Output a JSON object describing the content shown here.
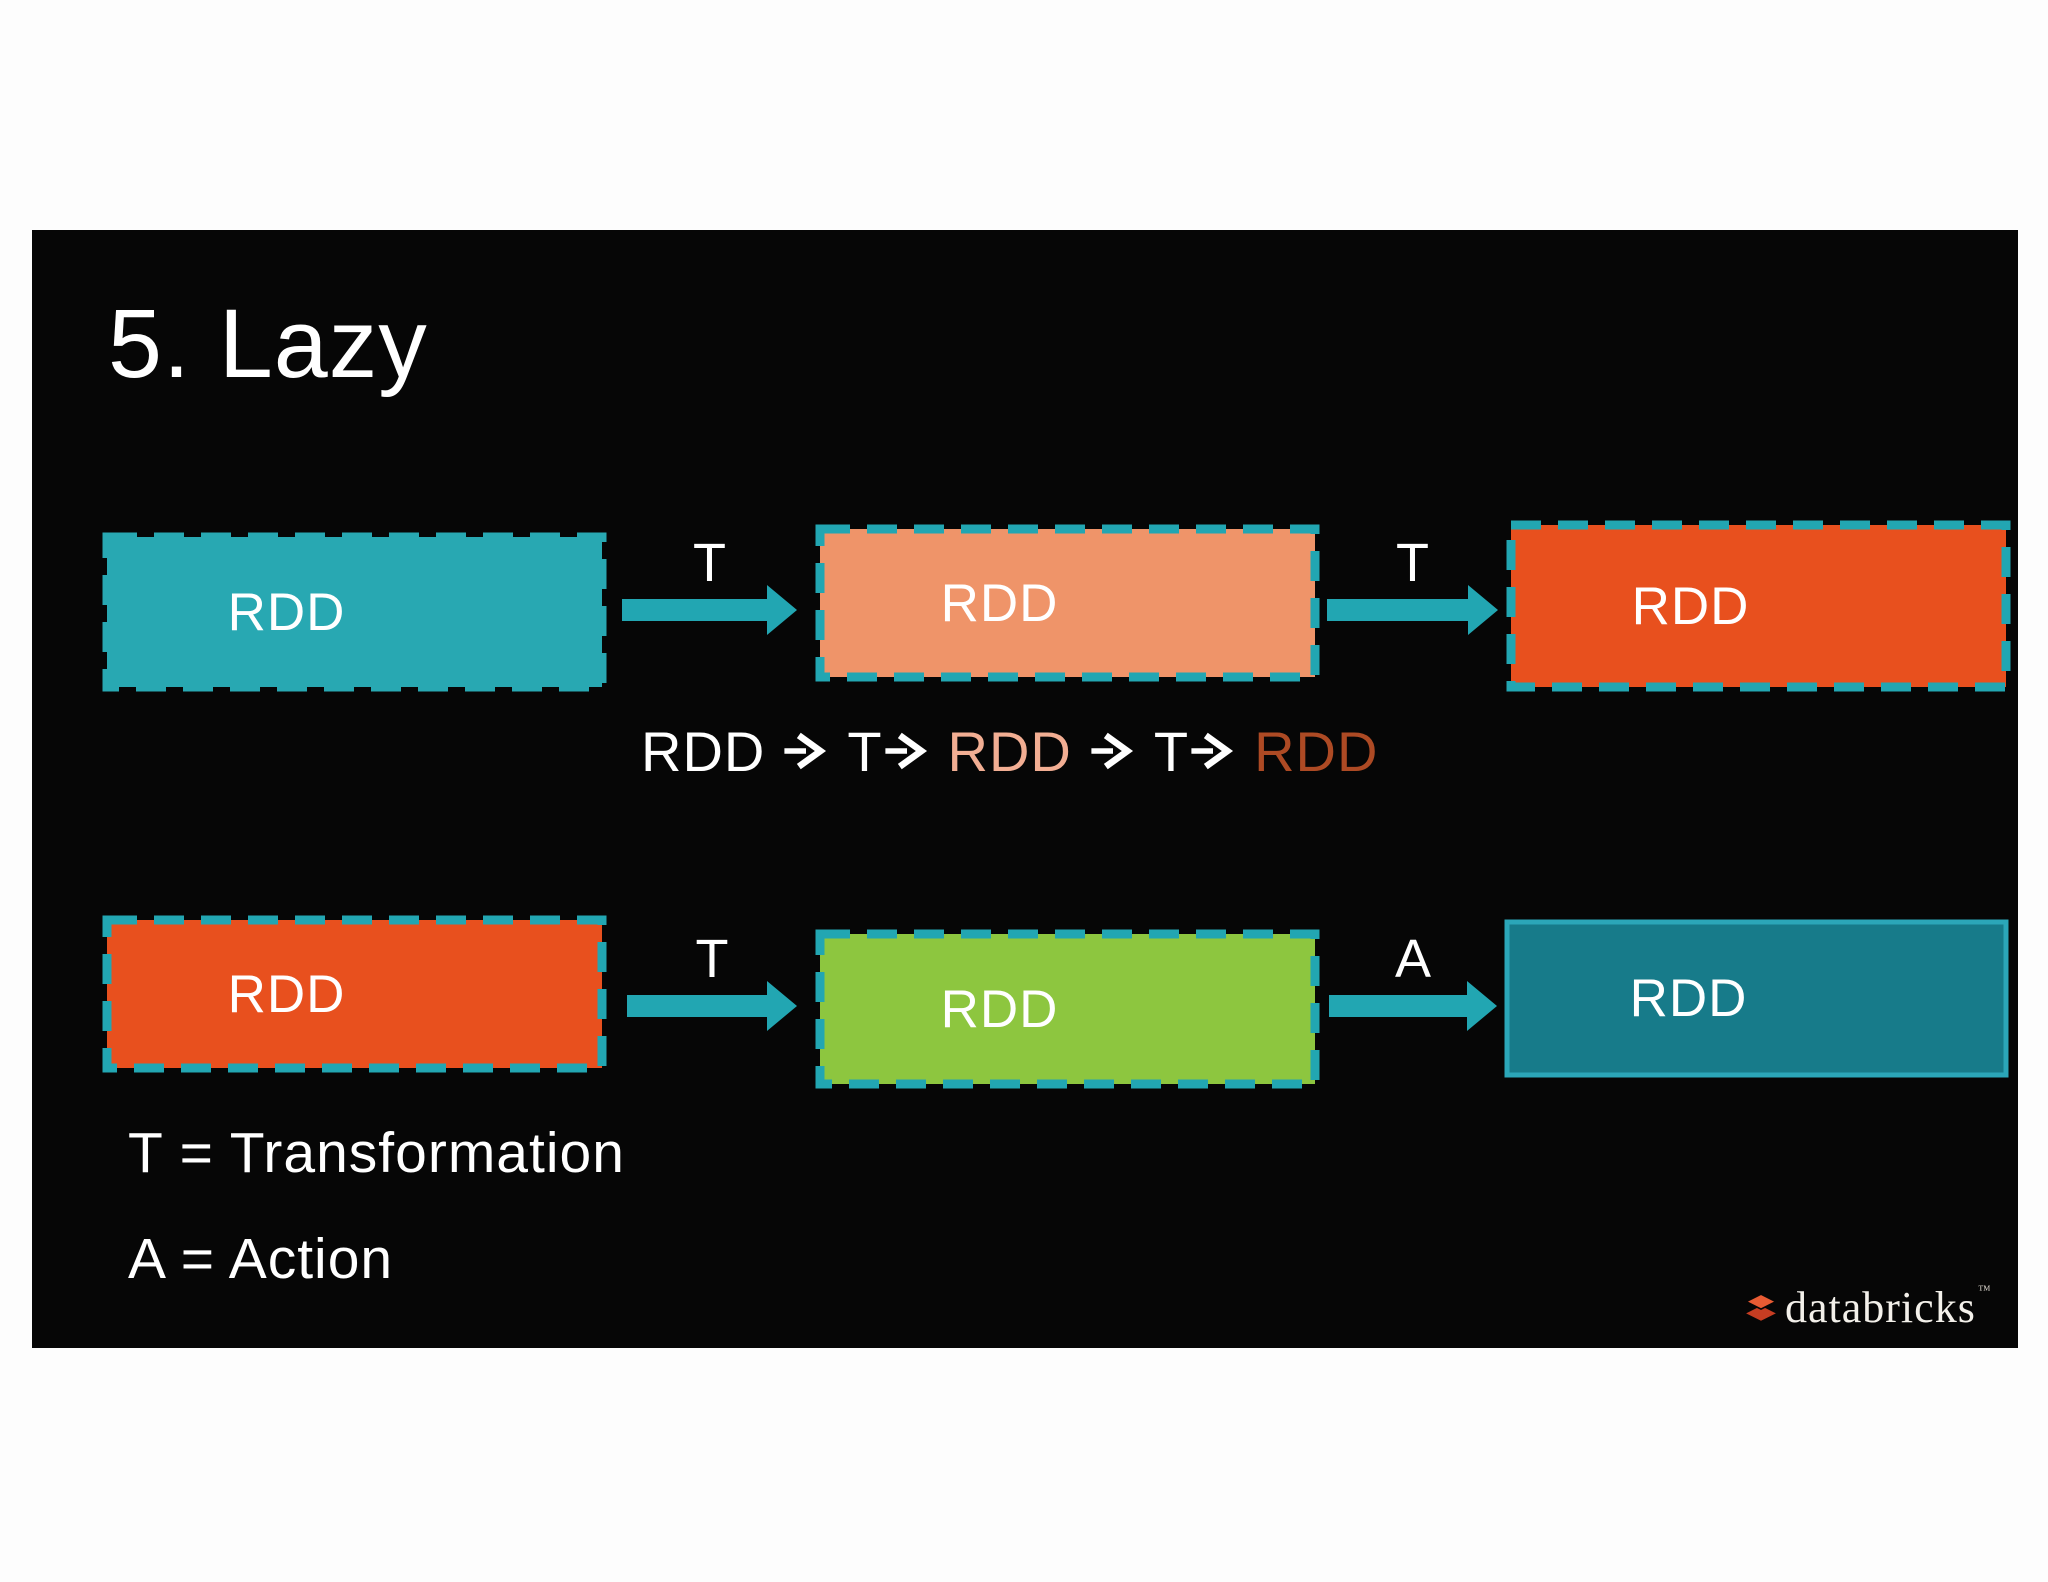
{
  "slide": {
    "title": "5. Lazy",
    "diagram": {
      "row1": {
        "box1": {
          "label": "RDD"
        },
        "arrow1": {
          "label": "T"
        },
        "box2": {
          "label": "RDD"
        },
        "arrow2": {
          "label": "T"
        },
        "box3": {
          "label": "RDD"
        }
      },
      "row2": {
        "box1": {
          "label": "RDD"
        },
        "arrow1": {
          "label": "T"
        },
        "box2": {
          "label": "RDD"
        },
        "arrow2": {
          "label": "A"
        },
        "box3": {
          "label": "RDD"
        }
      },
      "formula": {
        "rdd1": "RDD",
        "t1": "T",
        "rdd2": "RDD",
        "t2": "T",
        "rdd3": "RDD"
      }
    },
    "legend": {
      "line1": "T = Transformation",
      "line2": "A = Action"
    },
    "footer": {
      "logo_text": "databricks",
      "trademark": "™"
    }
  },
  "colors": {
    "page_background": "#fdfdfd",
    "slide_background": "#060606",
    "text_white": "#ffffff",
    "accent_teal": "#22a6b2",
    "box_teal_fill": "#28a8b2",
    "box_salmon_fill": "#ef9469",
    "box_orange_fill": "#e8501e",
    "box_green_fill": "#8dc63f",
    "box_dark_teal_fill": "#177b8a",
    "box_dark_teal_border": "#2ba6b8",
    "formula_salmon": "#f2ae93",
    "formula_rust": "#ad4a24",
    "logo_red": "#e85b33",
    "logo_red_dark": "#c63d22",
    "logo_text_color": "#f3f0ea"
  }
}
